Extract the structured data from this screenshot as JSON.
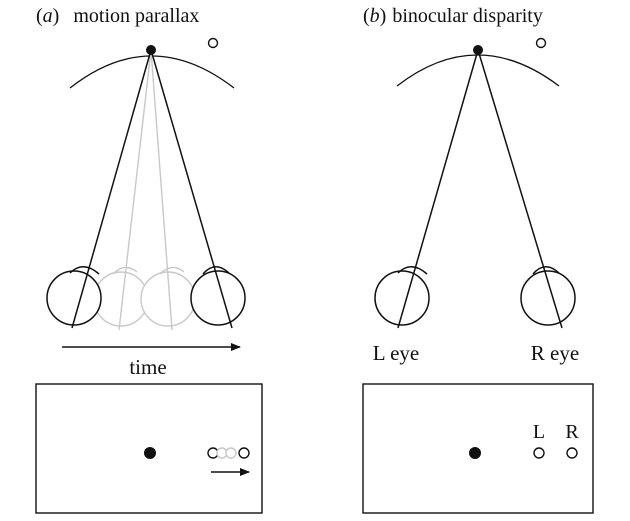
{
  "panel_a": {
    "letter": "a",
    "title": "motion parallax",
    "axis_label": "time"
  },
  "panel_b": {
    "letter": "b",
    "title": "binocular disparity",
    "left_eye_label": "L eye",
    "right_eye_label": "R eye",
    "image_left_label": "L",
    "image_right_label": "R"
  },
  "colors": {
    "ink": "#111111",
    "faded": "#c8c8c8"
  }
}
